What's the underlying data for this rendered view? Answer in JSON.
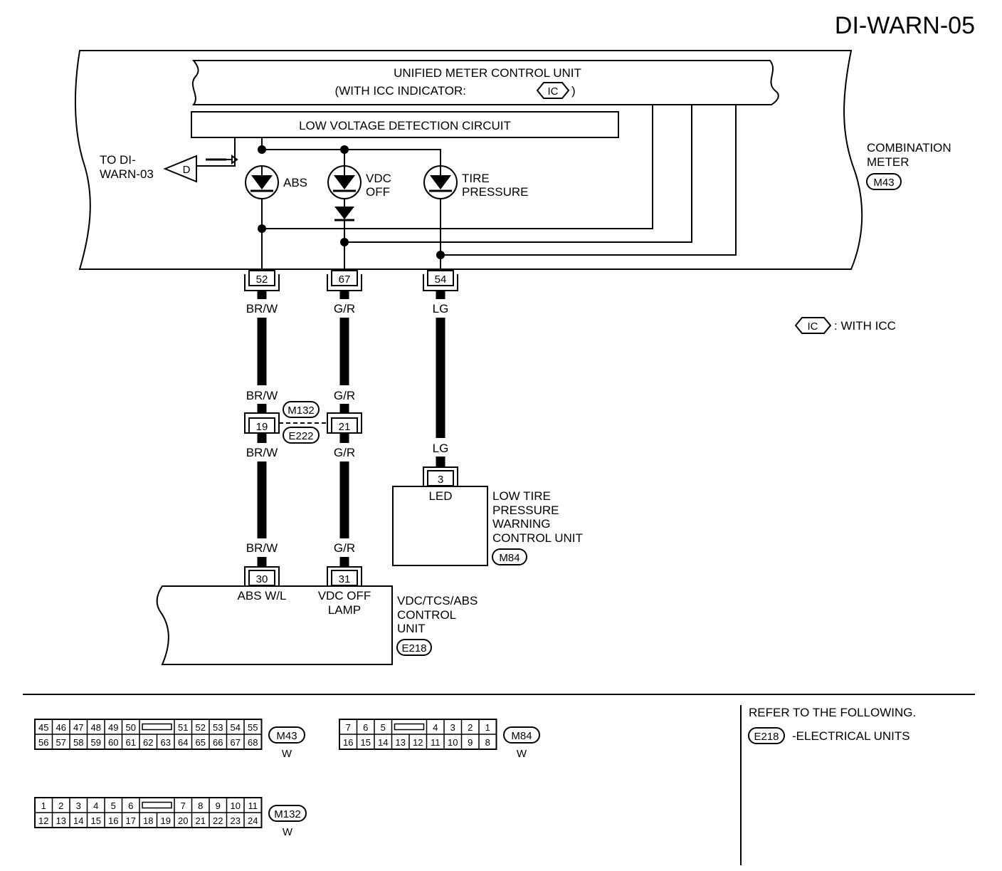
{
  "page_id": "DI-WARN-05",
  "meter_unit": {
    "title_line1": "UNIFIED METER CONTROL UNIT",
    "title_line2_pre": "(WITH ICC INDICATOR:",
    "title_line2_post": ")",
    "ic_tag": "IC",
    "low_voltage_circuit": "LOW VOLTAGE DETECTION CIRCUIT"
  },
  "combination_meter": {
    "line1": "COMBINATION",
    "line2": "METER",
    "connector": "M43"
  },
  "offpage": {
    "line1": "TO DI-",
    "line2": "WARN-03",
    "tag": "D"
  },
  "lamps": {
    "abs": "ABS",
    "vdc_line1": "VDC",
    "vdc_line2": "OFF",
    "tire_line1": "TIRE",
    "tire_line2": "PRESSURE"
  },
  "legend": {
    "tag": "IC",
    "text": ": WITH ICC"
  },
  "terminals": {
    "t52": "52",
    "t67": "67",
    "t54": "54",
    "t19": "19",
    "t21": "21",
    "t3": "3",
    "t30": "30",
    "t31": "31"
  },
  "wire_colors": {
    "brw": "BR/W",
    "gr": "G/R",
    "lg": "LG"
  },
  "joint_connectors": {
    "upper": "M132",
    "lower": "E222"
  },
  "tire_unit": {
    "pin_label": "LED",
    "line1": "LOW TIRE",
    "line2": "PRESSURE",
    "line3": "WARNING",
    "line4": "CONTROL UNIT",
    "connector": "M84"
  },
  "abs_unit": {
    "pin30_label": "ABS W/L",
    "pin31_line1": "VDC OFF",
    "pin31_line2": "LAMP",
    "line1": "VDC/TCS/ABS",
    "line2": "CONTROL",
    "line3": "UNIT",
    "connector": "E218"
  },
  "connector_views": {
    "m43": {
      "name": "M43",
      "color": "W",
      "top": [
        "45",
        "46",
        "47",
        "48",
        "49",
        "50",
        "51",
        "52",
        "53",
        "54",
        "55"
      ],
      "bottom": [
        "56",
        "57",
        "58",
        "59",
        "60",
        "61",
        "62",
        "63",
        "64",
        "65",
        "66",
        "67",
        "68"
      ]
    },
    "m84": {
      "name": "M84",
      "color": "W",
      "top": [
        "7",
        "6",
        "5",
        "4",
        "3",
        "2",
        "1"
      ],
      "bottom": [
        "16",
        "15",
        "14",
        "13",
        "12",
        "11",
        "10",
        "9",
        "8"
      ]
    },
    "m132": {
      "name": "M132",
      "color": "W",
      "top": [
        "1",
        "2",
        "3",
        "4",
        "5",
        "6",
        "7",
        "8",
        "9",
        "10",
        "11"
      ],
      "bottom": [
        "12",
        "13",
        "14",
        "15",
        "16",
        "17",
        "18",
        "19",
        "20",
        "21",
        "22",
        "23",
        "24"
      ]
    }
  },
  "reference": {
    "title": "REFER TO THE FOLLOWING.",
    "connector": "E218",
    "text": "-ELECTRICAL UNITS"
  }
}
